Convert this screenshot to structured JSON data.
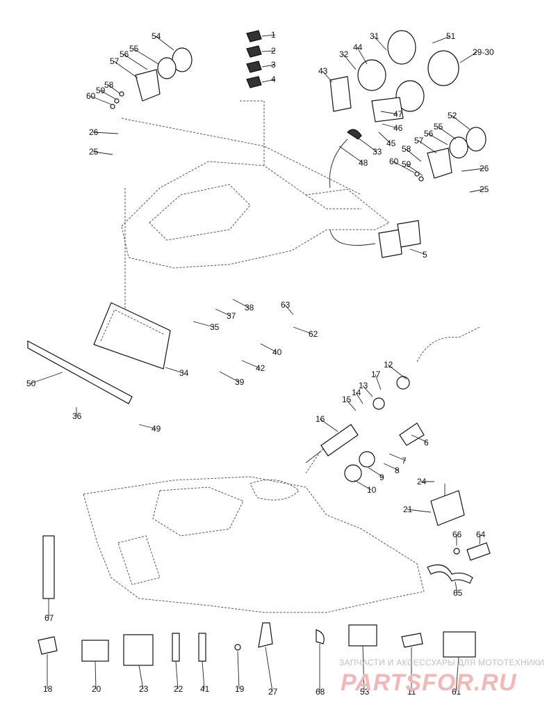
{
  "callouts": [
    {
      "id": "c54",
      "text": "54"
    },
    {
      "id": "c55",
      "text": "55"
    },
    {
      "id": "c56",
      "text": "56"
    },
    {
      "id": "c57",
      "text": "57"
    },
    {
      "id": "c58a",
      "text": "58"
    },
    {
      "id": "c59a",
      "text": "59"
    },
    {
      "id": "c60a",
      "text": "60"
    },
    {
      "id": "c1",
      "text": "1"
    },
    {
      "id": "c2",
      "text": "2"
    },
    {
      "id": "c3",
      "text": "3"
    },
    {
      "id": "c4",
      "text": "4"
    },
    {
      "id": "c31",
      "text": "31"
    },
    {
      "id": "c44",
      "text": "44"
    },
    {
      "id": "c32",
      "text": "32"
    },
    {
      "id": "c51",
      "text": "51"
    },
    {
      "id": "c2930",
      "text": "29-30"
    },
    {
      "id": "c43",
      "text": "43"
    },
    {
      "id": "c47",
      "text": "47"
    },
    {
      "id": "c46",
      "text": "46"
    },
    {
      "id": "c45",
      "text": "45"
    },
    {
      "id": "c33",
      "text": "33"
    },
    {
      "id": "c48",
      "text": "48"
    },
    {
      "id": "c52",
      "text": "52"
    },
    {
      "id": "c55b",
      "text": "55"
    },
    {
      "id": "c56b",
      "text": "56"
    },
    {
      "id": "c57b",
      "text": "57"
    },
    {
      "id": "c58b",
      "text": "58"
    },
    {
      "id": "c59b",
      "text": "59"
    },
    {
      "id": "c60b",
      "text": "60"
    },
    {
      "id": "c26a",
      "text": "26"
    },
    {
      "id": "c25a",
      "text": "25"
    },
    {
      "id": "c26b",
      "text": "26"
    },
    {
      "id": "c25b",
      "text": "25"
    },
    {
      "id": "c5",
      "text": "5"
    },
    {
      "id": "c38",
      "text": "38"
    },
    {
      "id": "c37",
      "text": "37"
    },
    {
      "id": "c35",
      "text": "35"
    },
    {
      "id": "c63",
      "text": "63"
    },
    {
      "id": "c62",
      "text": "62"
    },
    {
      "id": "c40",
      "text": "40"
    },
    {
      "id": "c42",
      "text": "42"
    },
    {
      "id": "c39",
      "text": "39"
    },
    {
      "id": "c34",
      "text": "34"
    },
    {
      "id": "c50",
      "text": "50"
    },
    {
      "id": "c36",
      "text": "36"
    },
    {
      "id": "c49",
      "text": "49"
    },
    {
      "id": "c12",
      "text": "12"
    },
    {
      "id": "c17",
      "text": "17"
    },
    {
      "id": "c13",
      "text": "13"
    },
    {
      "id": "c14",
      "text": "14"
    },
    {
      "id": "c15",
      "text": "15"
    },
    {
      "id": "c16",
      "text": "16"
    },
    {
      "id": "c6",
      "text": "6"
    },
    {
      "id": "c7",
      "text": "7"
    },
    {
      "id": "c8",
      "text": "8"
    },
    {
      "id": "c9",
      "text": "9"
    },
    {
      "id": "c10",
      "text": "10"
    },
    {
      "id": "c24",
      "text": "24"
    },
    {
      "id": "c21",
      "text": "21"
    },
    {
      "id": "c66",
      "text": "66"
    },
    {
      "id": "c64",
      "text": "64"
    },
    {
      "id": "c65",
      "text": "65"
    },
    {
      "id": "c67",
      "text": "67"
    },
    {
      "id": "c18",
      "text": "18"
    },
    {
      "id": "c20",
      "text": "20"
    },
    {
      "id": "c23",
      "text": "23"
    },
    {
      "id": "c22",
      "text": "22"
    },
    {
      "id": "c41",
      "text": "41"
    },
    {
      "id": "c19",
      "text": "19"
    },
    {
      "id": "c27",
      "text": "27"
    },
    {
      "id": "c68",
      "text": "68"
    },
    {
      "id": "c53",
      "text": "53"
    },
    {
      "id": "c11",
      "text": "11"
    },
    {
      "id": "c61",
      "text": "61"
    }
  ],
  "watermark": {
    "caption": "ЗАПЧАСТИ И АКСЕССУАРЫ ДЛЯ МОТОТЕХНИКИ",
    "brand": "PARTSFOR.RU"
  }
}
